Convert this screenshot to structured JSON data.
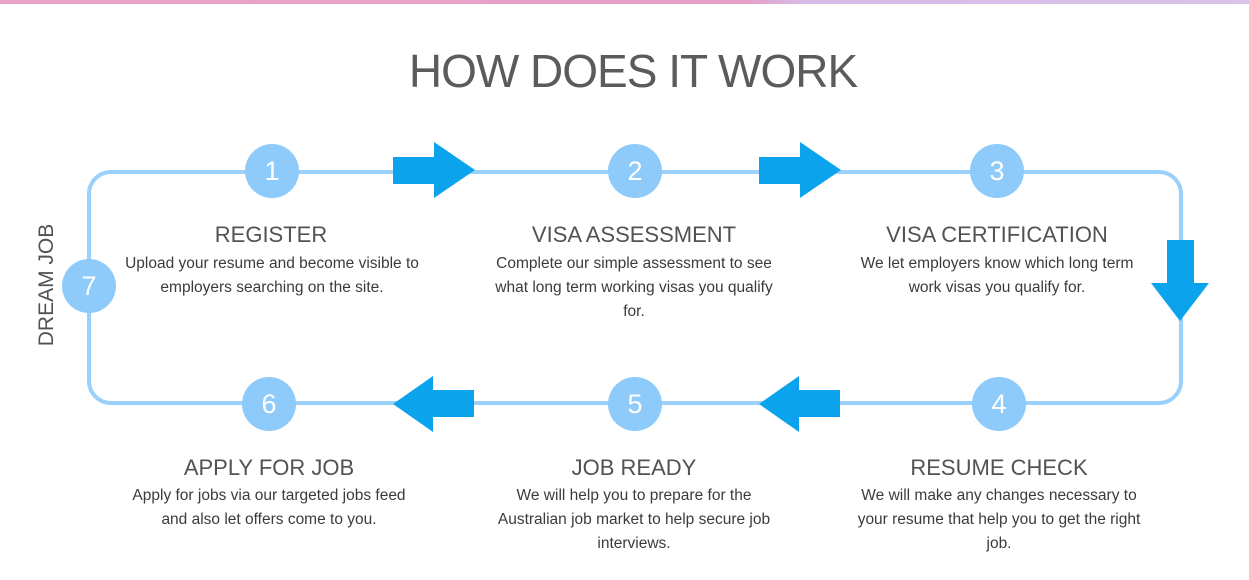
{
  "title": "HOW DOES IT WORK",
  "side_label": "DREAM JOB",
  "colors": {
    "loop_line": "#9bd0fb",
    "number_circle": "#8ecbfa",
    "arrow": "#0aa3ec",
    "text": "#525252"
  },
  "steps": [
    {
      "number": "1",
      "title": "REGISTER",
      "description": "Upload your resume and become visible to employers searching on the site."
    },
    {
      "number": "2",
      "title": "VISA ASSESSMENT",
      "description": "Complete our simple assessment to see what long term working visas you qualify for."
    },
    {
      "number": "3",
      "title": "VISA CERTIFICATION",
      "description": "We let employers know which long term work visas you qualify for."
    },
    {
      "number": "4",
      "title": "RESUME CHECK",
      "description": "We will make any changes necessary to your resume that help you to get the right job."
    },
    {
      "number": "5",
      "title": "JOB READY",
      "description": "We will help you to prepare for the Australian job market to help secure job interviews."
    },
    {
      "number": "6",
      "title": "APPLY FOR JOB",
      "description": "Apply for jobs via our targeted jobs feed and also let offers come to you."
    },
    {
      "number": "7"
    }
  ],
  "arrows": [
    {
      "from": "1",
      "to": "2",
      "direction": "right"
    },
    {
      "from": "2",
      "to": "3",
      "direction": "right"
    },
    {
      "from": "3",
      "to": "4",
      "direction": "down"
    },
    {
      "from": "4",
      "to": "5",
      "direction": "left"
    },
    {
      "from": "5",
      "to": "6",
      "direction": "left"
    }
  ]
}
